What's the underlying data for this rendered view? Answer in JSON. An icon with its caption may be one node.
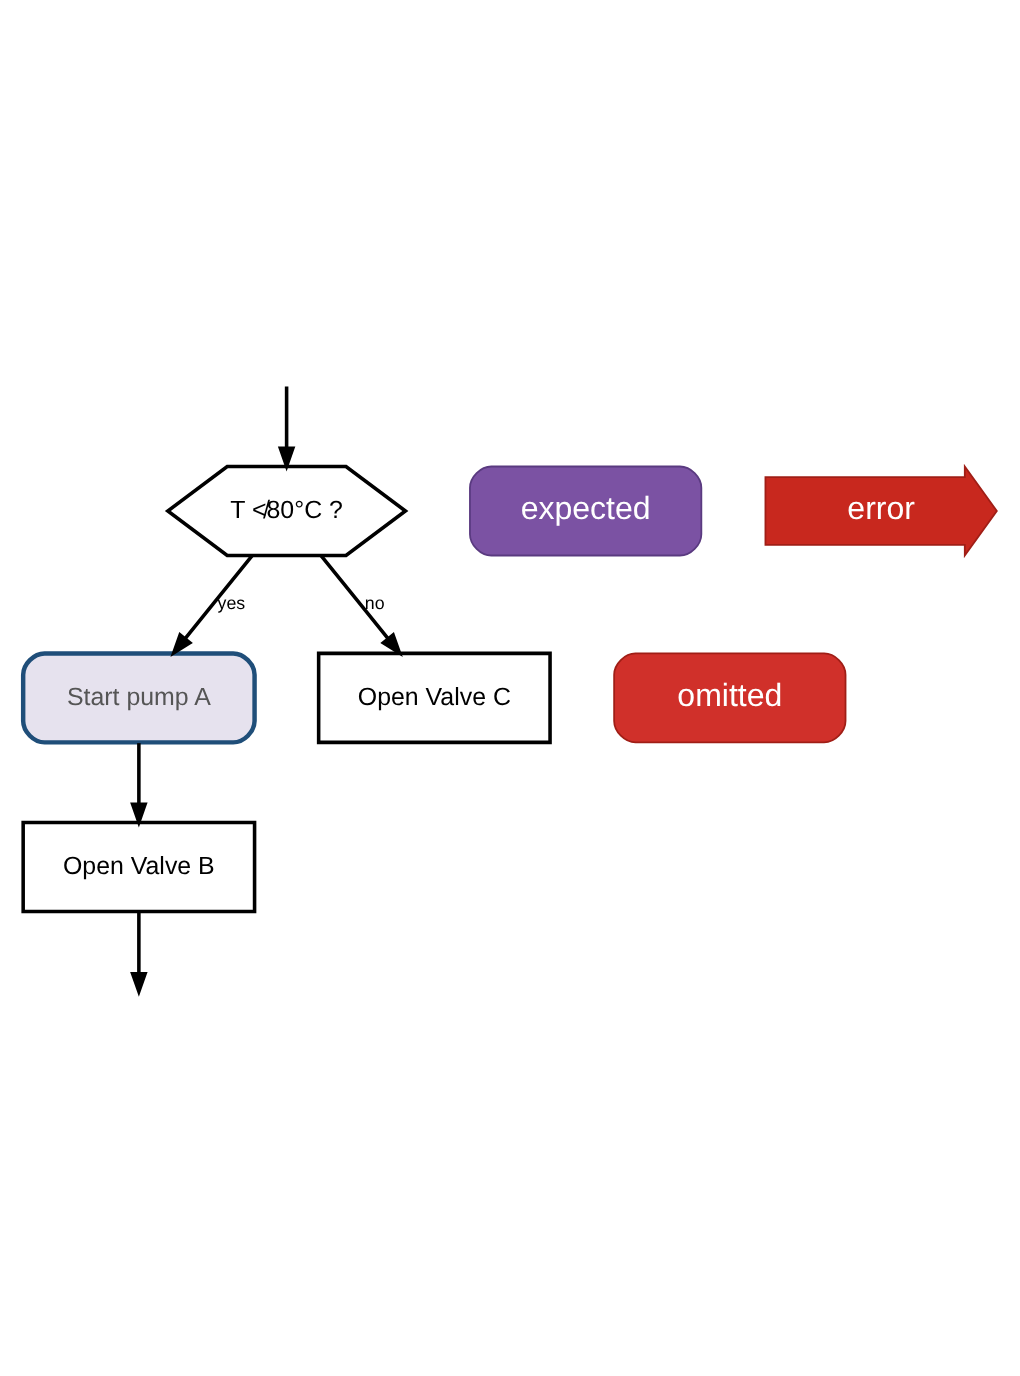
{
  "diagram": {
    "nodes": [
      {
        "text": [
          "T ≮80°C ?"
        ]
      },
      {
        "text": [
          "expected"
        ]
      },
      {
        "text": [
          "error"
        ]
      },
      {
        "text": [
          "Start pump A"
        ]
      },
      {
        "text": [
          "omitted"
        ]
      },
      {
        "text": [
          "Open Valve B"
        ]
      },
      {
        "text": [
          "Open Valve C"
        ]
      }
    ],
    "edges": [
      {
        "from": null,
        "to": 0,
        "arrow": "to"
      },
      {
        "from": 0,
        "to": 6,
        "arrow": "to",
        "label": "no"
      },
      {
        "from": 0,
        "to": 3,
        "arrow": "to",
        "label": "yes"
      },
      {
        "from": 3,
        "to": 5,
        "arrow": "to"
      },
      {
        "from": 5,
        "to": null,
        "arrow": "to"
      }
    ]
  }
}
